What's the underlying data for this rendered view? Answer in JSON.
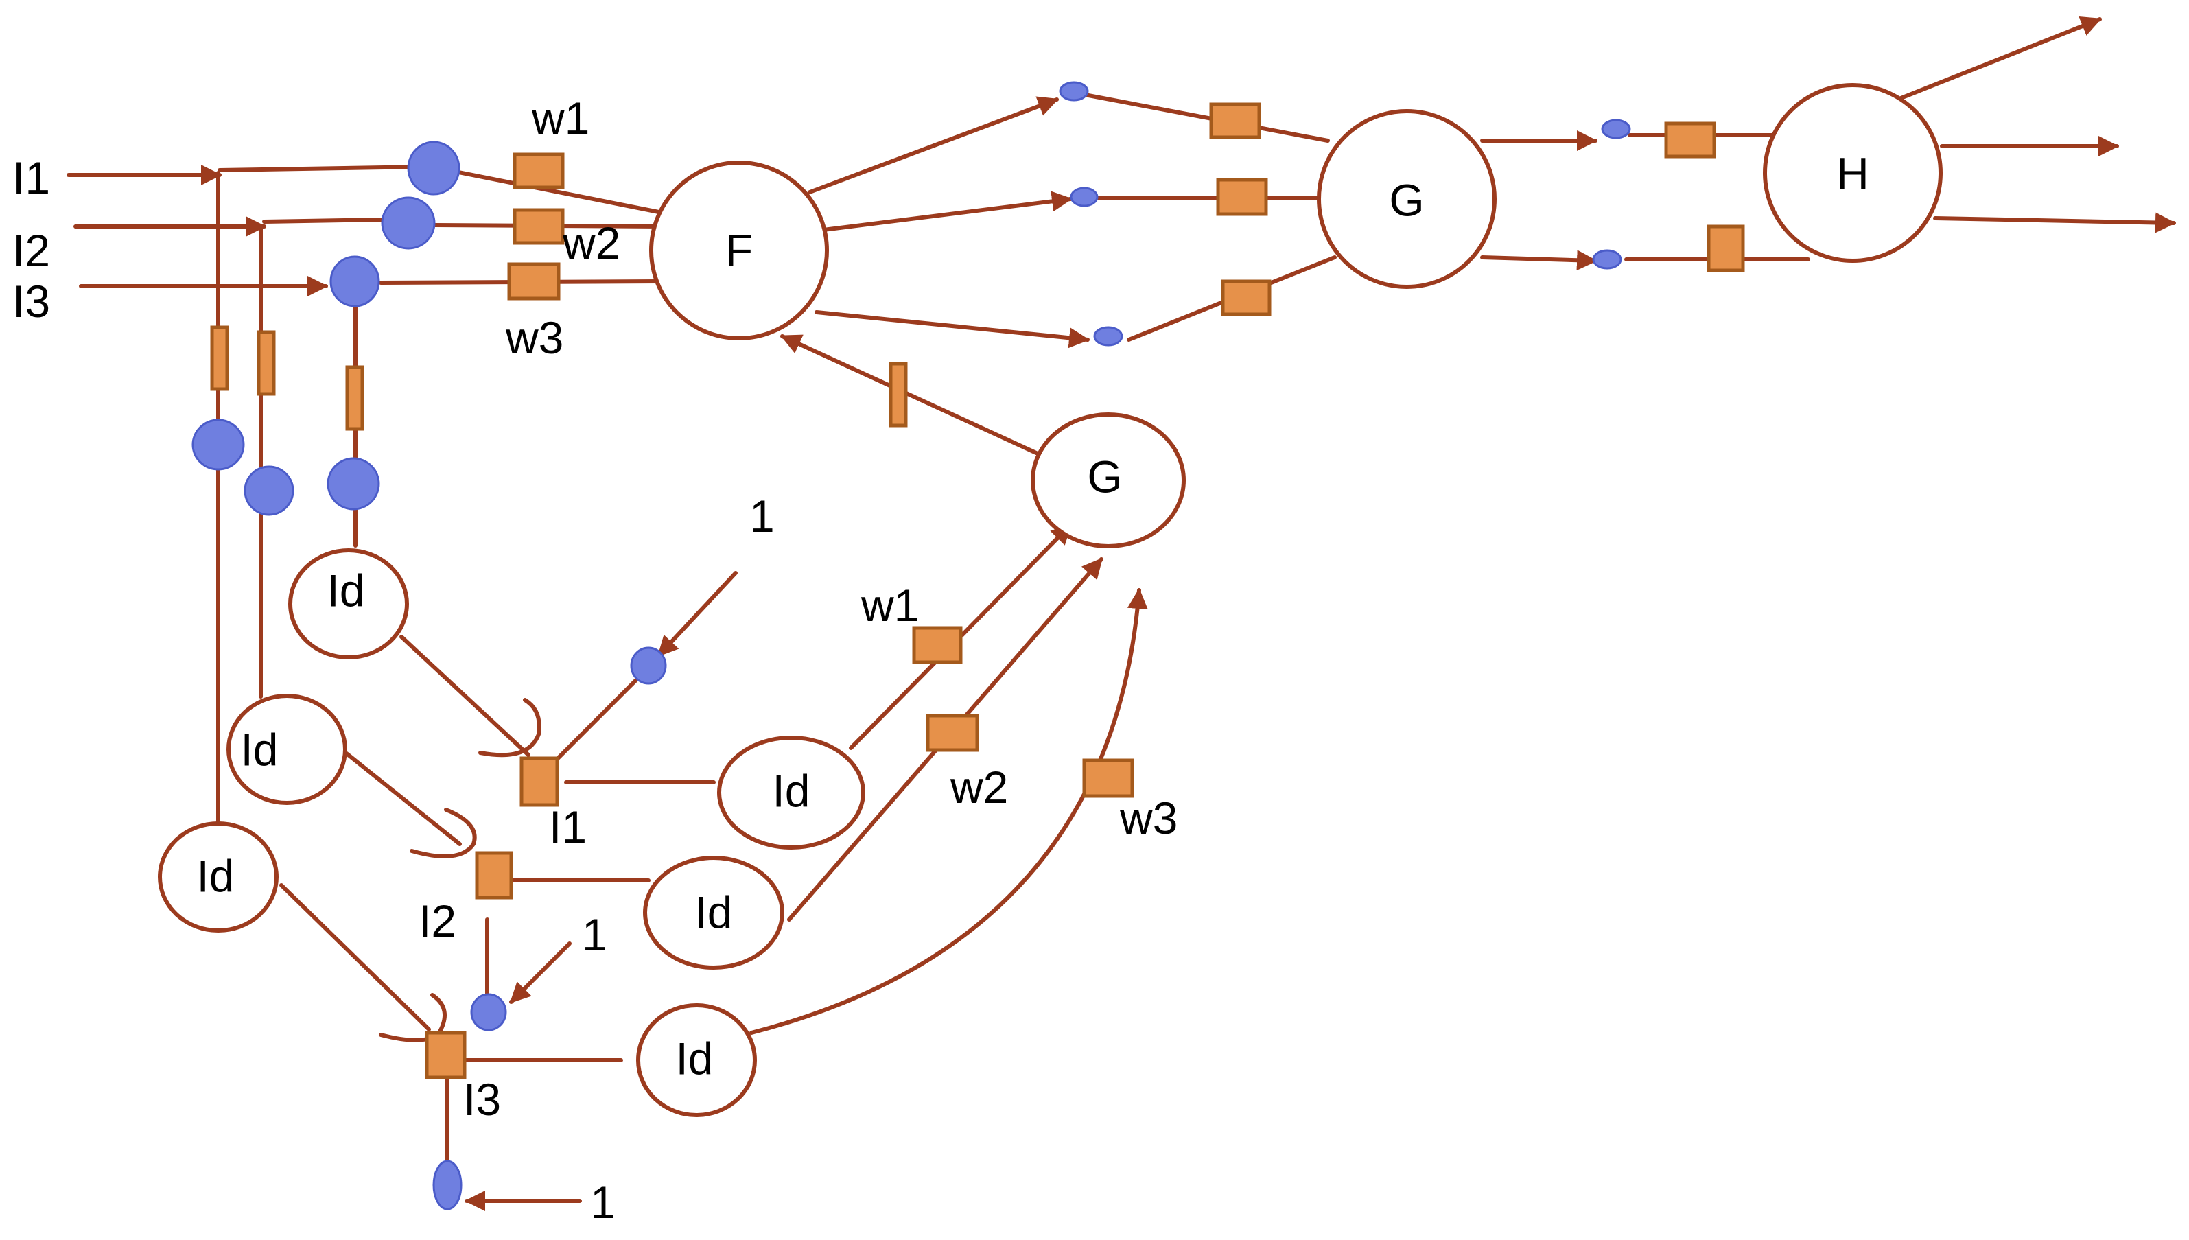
{
  "inputs": {
    "i1": "I1",
    "i2": "I2",
    "i3": "I3"
  },
  "nodes": {
    "f": "F",
    "g_top": "G",
    "h": "H",
    "g_bottom": "G",
    "id_1": "Id",
    "id_2": "Id",
    "id_3": "Id",
    "id_4": "Id",
    "id_5": "Id",
    "id_6": "Id"
  },
  "labels": {
    "w1_top": "w1",
    "w2_top": "w2",
    "w3_top": "w3",
    "w1_bottom": "w1",
    "w2_bottom": "w2",
    "w3_bottom": "w3",
    "i1_bottom": "I1",
    "i2_bottom": "I2",
    "i3_bottom": "I3",
    "one_a": "1",
    "one_b": "1",
    "one_c": "1"
  }
}
